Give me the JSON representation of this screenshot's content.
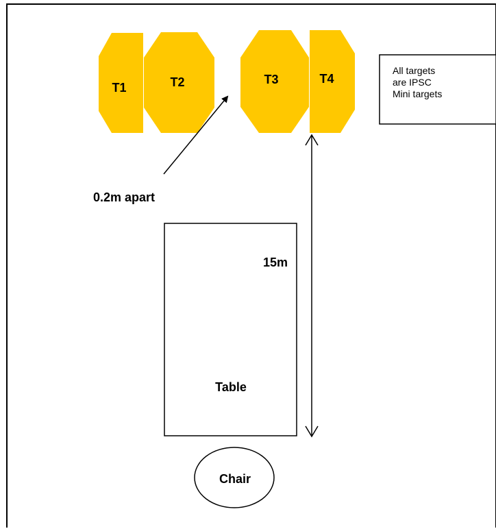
{
  "colors": {
    "target_fill": "#FFC800",
    "line": "#000000",
    "background": "#FFFFFF"
  },
  "targets": [
    {
      "id": "t1",
      "label": "T1"
    },
    {
      "id": "t2",
      "label": "T2"
    },
    {
      "id": "t3",
      "label": "T3"
    },
    {
      "id": "t4",
      "label": "T4"
    }
  ],
  "note": {
    "lines": [
      "All targets",
      "are IPSC",
      "Mini targets"
    ]
  },
  "annotations": {
    "spacing_label": "0.2m apart",
    "distance_label": "15m"
  },
  "furniture": {
    "table_label": "Table",
    "chair_label": "Chair"
  }
}
